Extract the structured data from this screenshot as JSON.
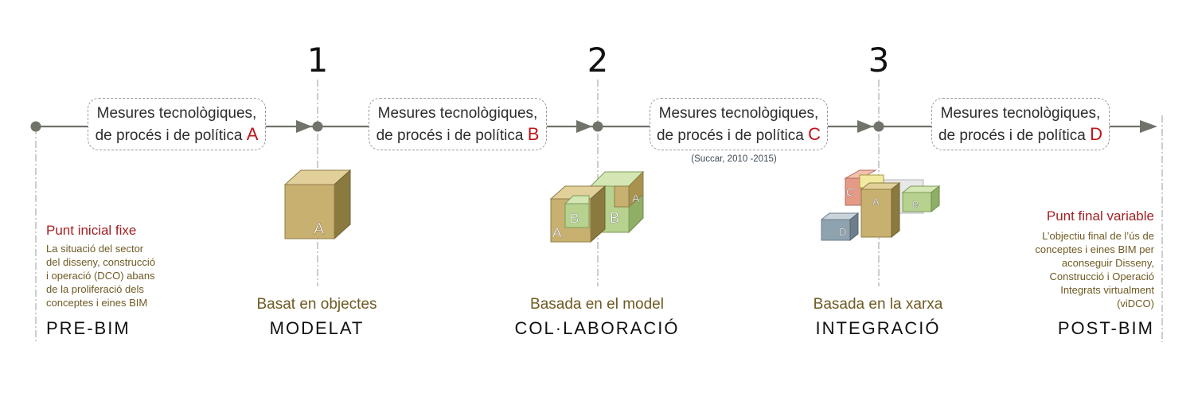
{
  "stages": [
    {
      "number": "1",
      "maturity": "Basat en objectes",
      "name": "MODELAT"
    },
    {
      "number": "2",
      "maturity": "Basada en el model",
      "name": "COL·LABORACIÓ"
    },
    {
      "number": "3",
      "maturity": "Basada en la xarxa",
      "name": "INTEGRACIÓ"
    }
  ],
  "measures": [
    {
      "line1": "Mesures tecnològiques,",
      "line2": "de procés i de política",
      "letter": "A"
    },
    {
      "line1": "Mesures tecnològiques,",
      "line2": "de procés i de política",
      "letter": "B"
    },
    {
      "line1": "Mesures tecnològiques,",
      "line2": "de procés i de política",
      "letter": "C"
    },
    {
      "line1": "Mesures tecnològiques,",
      "line2": "de procés i de política",
      "letter": "D"
    }
  ],
  "citation": "(Succar, 2010 -2015)",
  "start": {
    "title": "Punt inicial fixe",
    "description": [
      "La situació del sector",
      "del disseny, construcció",
      "i operació (DCO) abans",
      "de la proliferació dels",
      "conceptes i eines BIM"
    ],
    "name": "PRE-BIM"
  },
  "end": {
    "title": "Punt final variable",
    "description": [
      "L’objectiu final de l’ús de",
      "conceptes i eines BIM per",
      "aconseguir Disseny,",
      "Construcció i Operació",
      "Integrats virtualment",
      "(viDCO)"
    ],
    "name": "POST-BIM"
  },
  "block_labels": {
    "modelat": [
      "A"
    ],
    "colaboracio": [
      "A",
      "B",
      "B",
      "A"
    ],
    "integracio": [
      "C",
      "A",
      "B",
      "D"
    ]
  },
  "colors": {
    "timeline": "#6f736a",
    "accent_red": "#c0141a",
    "title_red": "#a32123",
    "olive_text": "#6e5a22",
    "cube_tan": "#c8b070",
    "cube_green": "#b6d28e"
  }
}
